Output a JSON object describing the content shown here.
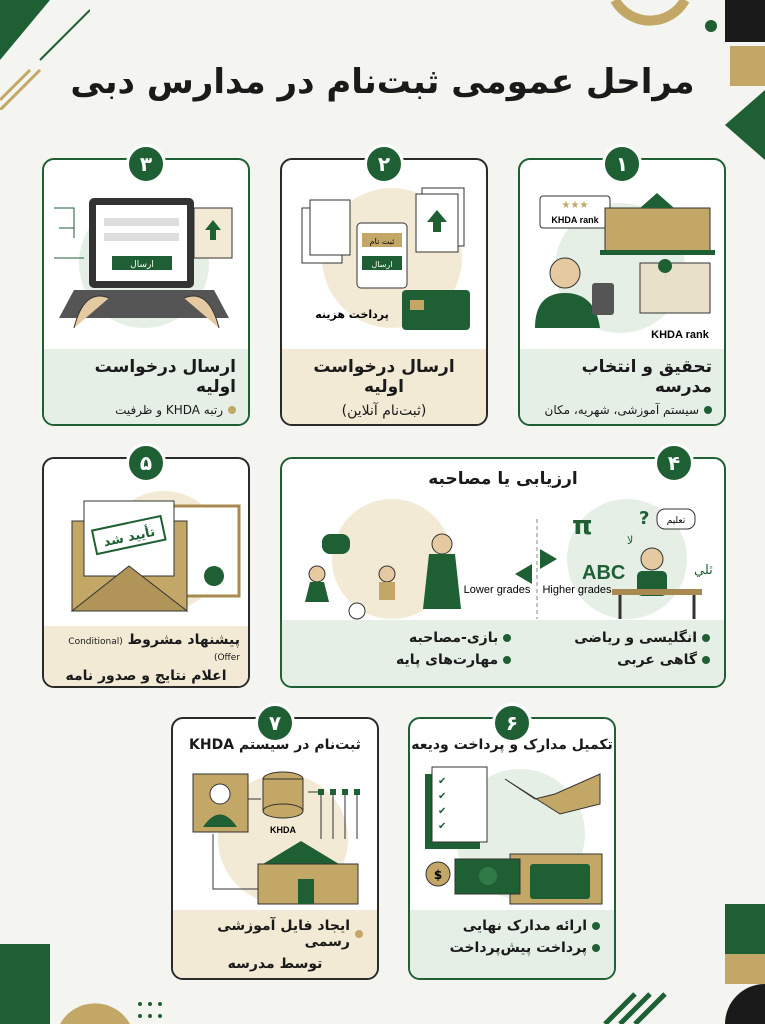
{
  "title": "مراحل عمومی ثبت‌نام در مدارس دبی",
  "colors": {
    "green": "#1f5f34",
    "gold": "#c2a767",
    "beige": "#f3ead6",
    "light_green": "#e5efe6"
  },
  "steps": [
    {
      "num": "۱",
      "heading": "تحقیق و انتخاب مدرسه",
      "bullets": [
        "سیستم آموزشی، شهریه، مکان"
      ],
      "labels": [
        "KHDA rank",
        "KHDA rank"
      ]
    },
    {
      "num": "۲",
      "heading": "ارسال درخواست اولیه",
      "bullets": [
        "(ثبت‌نام آنلاین)"
      ],
      "labels": [
        "ثبت نام",
        "ارسال",
        "پرداخت هزینه"
      ]
    },
    {
      "num": "۳",
      "heading": "ارسال درخواست اولیه",
      "bullets": [
        "رتبه KHDA و ظرفیت"
      ],
      "labels": [
        "ارسال"
      ]
    },
    {
      "num": "۴",
      "heading": "ارزیابی یا مصاحبه",
      "bullets": [
        "انگلیسی و ریاضی",
        "گاهی عربی",
        "بازی-مصاحبه",
        "مهارت‌های پایه"
      ],
      "labels": [
        "Higher grades",
        "Lower grades",
        "تعلیم",
        "ABC",
        "π",
        "ثلي",
        "لا",
        "?"
      ]
    },
    {
      "num": "۵",
      "heading": "پیشنهاد مشروط",
      "heading_en": "(Conditional Offer)",
      "bullets": [
        "اعلام نتایج و صدور نامه"
      ],
      "labels": [
        "تأیید شد"
      ]
    },
    {
      "num": "۶",
      "heading": "تکمیل مدارک و پرداخت ودیعه",
      "bullets": [
        "ارائه مدارک نهایی",
        "پرداخت پیش‌پرداخت"
      ],
      "labels": [
        "$"
      ]
    },
    {
      "num": "۷",
      "heading": "ثبت‌نام در سیستم KHDA",
      "bullets": [
        "ایجاد فایل آموزشی رسمی",
        "توسط مدرسه"
      ],
      "labels": [
        "KHDA"
      ]
    }
  ]
}
